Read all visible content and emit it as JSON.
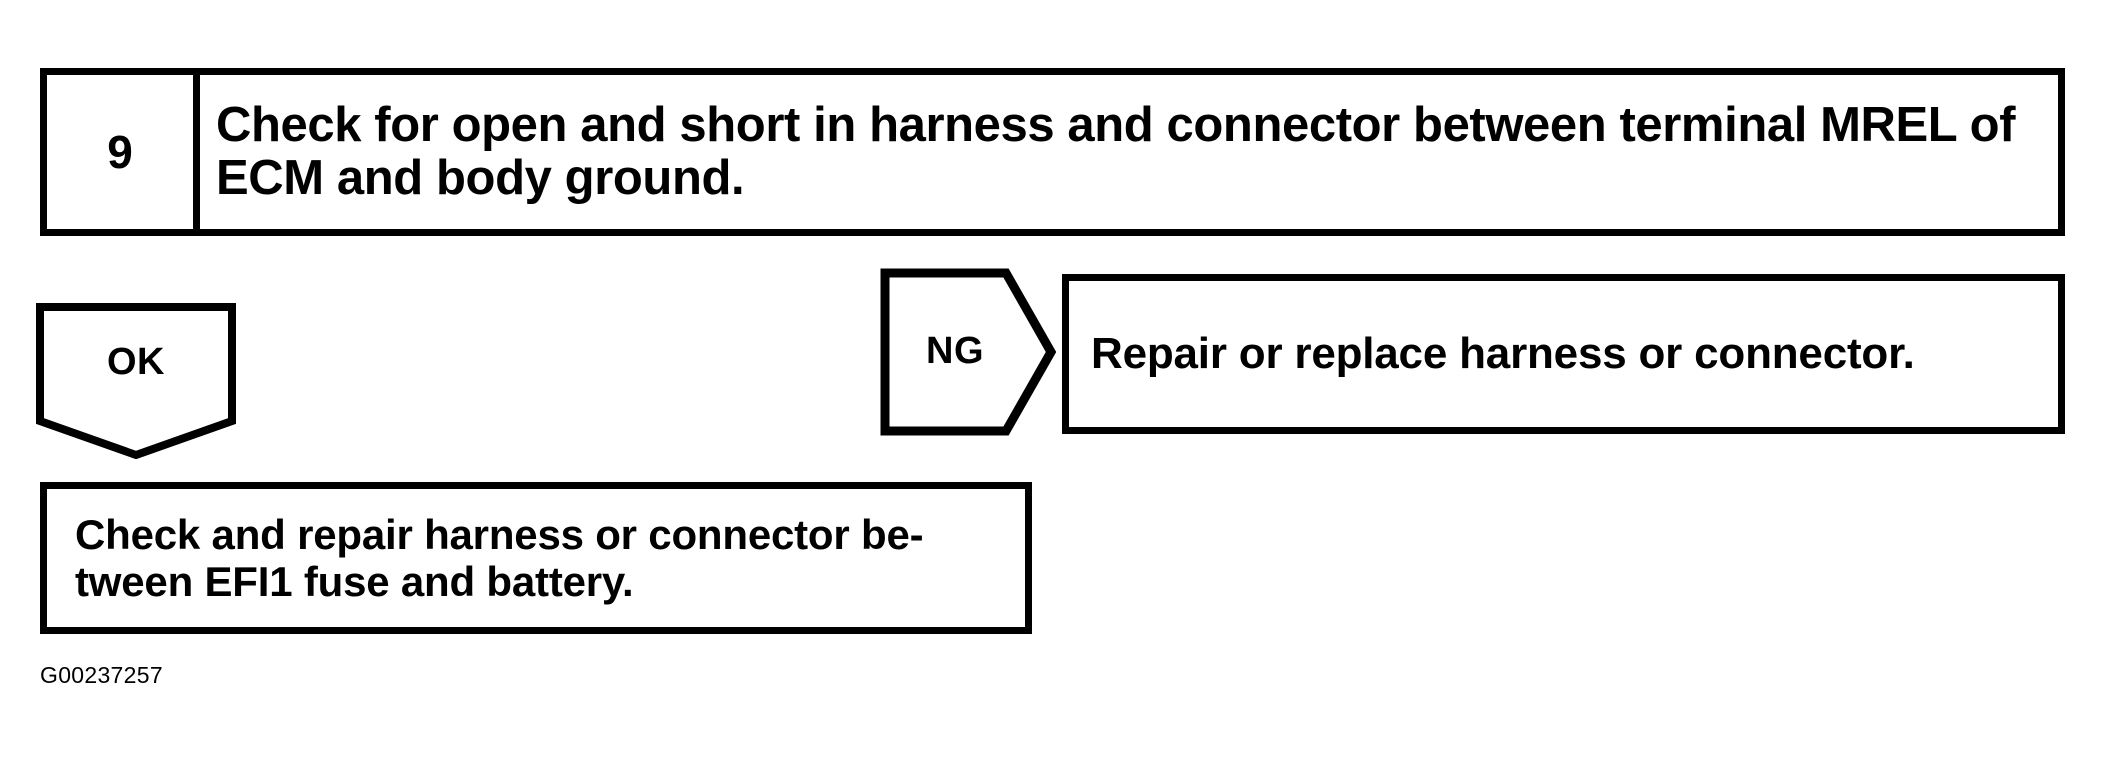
{
  "figure": {
    "caption": "G00237257",
    "line_color": "#000000",
    "background_color": "#ffffff"
  },
  "step": {
    "number": "9",
    "instruction": "Check for open and short in harness and connector between terminal MREL of\nECM and body ground."
  },
  "branches": {
    "ok": {
      "label": "OK",
      "shape": "pentagon-down"
    },
    "ng": {
      "label": "NG",
      "shape": "pentagon-right"
    }
  },
  "ng_result": {
    "text": "Repair or replace harness or connector."
  },
  "ok_result": {
    "text": "Check and repair harness or connector be-\ntween EFI1 fuse and battery."
  }
}
